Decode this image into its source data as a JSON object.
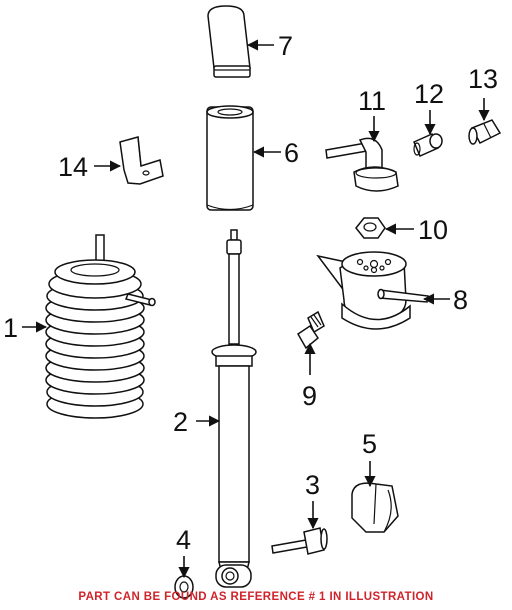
{
  "callouts": {
    "c1": "1",
    "c2": "2",
    "c3": "3",
    "c4": "4",
    "c5": "5",
    "c6": "6",
    "c7": "7",
    "c8": "8",
    "c9": "9",
    "c10": "10",
    "c11": "11",
    "c12": "12",
    "c13": "13",
    "c14": "14"
  },
  "footer": {
    "note": "PART CAN BE FOUND AS REFERENCE # 1 IN ILLUSTRATION"
  },
  "colors": {
    "line": "#111111",
    "background": "#ffffff",
    "note": "#d1232a"
  }
}
